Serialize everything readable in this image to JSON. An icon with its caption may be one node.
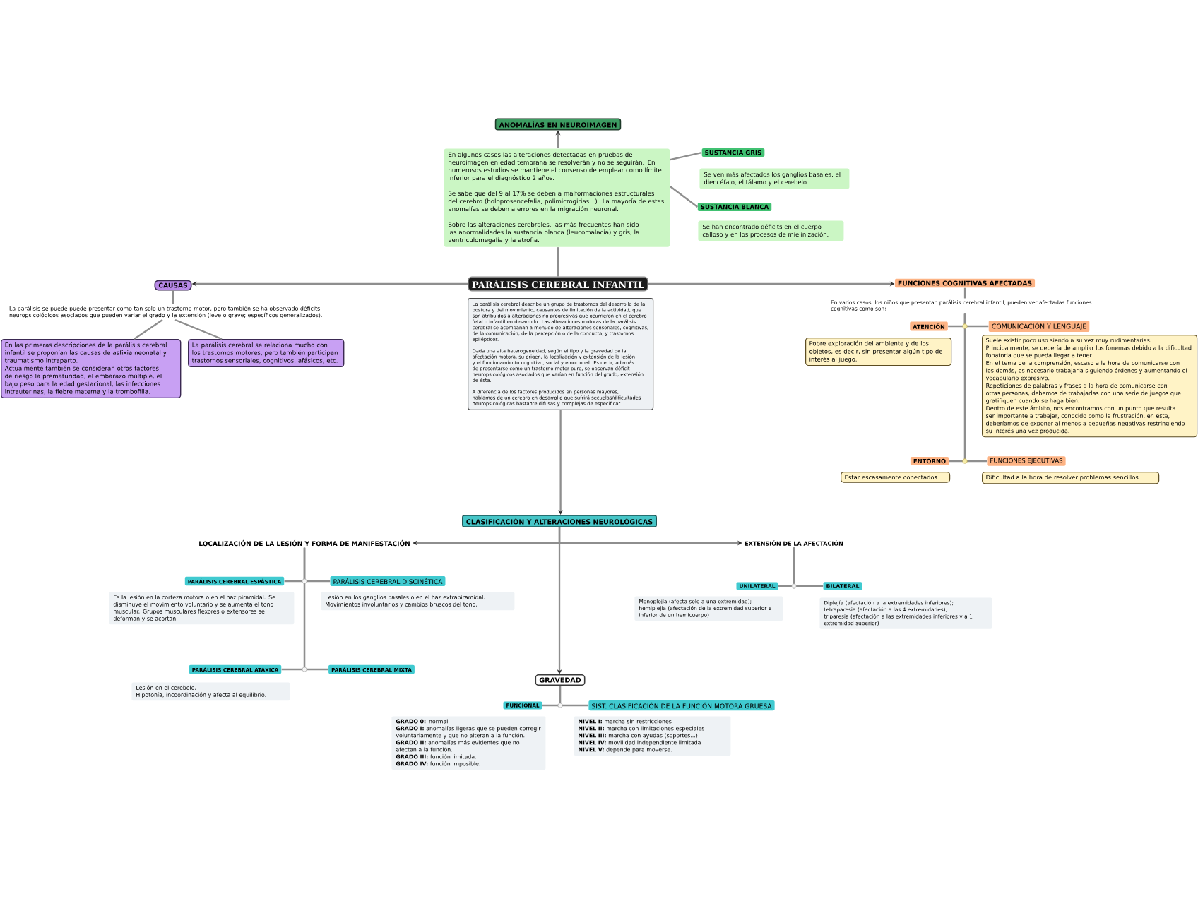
{
  "diagram": {
    "nodes": [
      {
        "text": [
          "PARÁLISIS CEREBRAL INFANTIL"
        ]
      },
      {
        "text": [
          "La parálisis cerebral describe un grupo de trastornos del desarrollo de la postura y del movimiento, causantes de limitación de la actividad, que son atribuidos a alteraciones no progresivas que ocurrieron en el cerebro fetal o infantil en desarrollo. Las alteraciones motoras de la parálisis cerebral se acompañan a menudo de alteraciones sensoriales, cognitivas, de la comunicación, de la percepción o de la conducta, y trastornos epilépticos.",
          "Dada una alta heterogeneidad, según el tipo y la gravedad de la afectación motora, su origen, la localización y extensión de la lesión y el funcionamiento cognitivo, social y emocional. Es decir, además de presentarse como un trastorno motor puro, se observan déficit neuropsicológicos asociados que varían en función del grado, extensión de ésta.",
          "A diferencia de los factores producidos en personas mayores, hablamos de un cerebro en desarrollo que sufrirá secuelas/dificultades neuropsicológicas bastante difusas y complejas de especificar."
        ]
      },
      {
        "text": [
          "ANOMALÍAS EN NEUROIMAGEN"
        ]
      },
      {
        "text": [
          "En algunos casos las alteraciones detectadas en pruebas de neuroimagen en edad temprana se resolverán y no se seguirán. En numerosos estudios se mantiene el consenso de emplear como límite inferior para el diagnóstico 2 años.",
          "Se sabe que del 9 al 17% se deben a malformaciones estructurales del cerebro (holoprosencefalia, polimicrogirias...). La mayoría de estas anomalías se deben a errores en la migración neuronal.",
          "Sobre las alteraciones cerebrales, las más frecuentes han sido las anormalidades la sustancia blanca (leucomalacia) y gris, la ventriculomegalia y la atrofia."
        ]
      },
      {
        "text": [
          "SUSTANCIA GRIS"
        ]
      },
      {
        "text": [
          "Se ven más afectados los ganglios basales, el diencéfalo, el tálamo y el cerebelo."
        ]
      },
      {
        "text": [
          "SUSTANCIA BLANCA"
        ]
      },
      {
        "text": [
          "Se han encontrado déficits en el cuerpo calloso y en los procesos de mielinización."
        ]
      },
      {
        "text": [
          "CAUSAS"
        ]
      },
      {
        "text": [
          "La parálisis se puede puede presentar como tan solo un trastorno motor, pero también se ha observado déficits neuropsicológicos asociados que pueden variar el grado y la extensión (leve o grave; específicos generalizados)."
        ]
      },
      {
        "text": [
          "En las primeras descripciones de la parálisis cerebral infantil se proponían las causas de asfixia neonatal y traumatismo intraparto.",
          "Actualmente también se consideran otros factores de riesgo la prematuridad, el embarazo múltiple, el bajo peso para la edad gestacional, las infecciones intrauterinas, la fiebre materna y la trombofilia."
        ]
      },
      {
        "text": [
          "La parálisis cerebral se relaciona mucho con los trastornos motores, pero también participan trastornos sensoriales, cognitivos, afásicos, etc."
        ]
      },
      {
        "text": [
          "FUNCIONES COGNITIVAS AFECTADAS"
        ]
      },
      {
        "text": [
          "En varios casos, los niños que presentan parálisis cerebral infantil, pueden ver afectadas funciones cognitivas como son:"
        ]
      },
      {
        "text": [
          "ATENCIÓN"
        ]
      },
      {
        "text": [
          "Pobre exploración del ambiente y de los objetos, es decir, sin presentar algún tipo de interés al juego."
        ]
      },
      {
        "text": [
          "COMUNICACIÓN Y LENGUAJE"
        ]
      },
      {
        "text": [
          "Suele existir poco uso siendo a su vez muy rudimentarias.",
          "Principalmente, se debería de ampliar los fonemas debido a la dificultad fonatoria que se pueda llegar a tener.",
          "En el tema de la comprensión, escaso a la hora de comunicarse con los demás, es necesario trabajarla siguiendo órdenes y aumentando el vocabulario expresivo.",
          "Repeticiones de palabras y frases a la hora de comunicarse con otras personas, debemos de trabajarlas con una serie de juegos que gratifiquen cuando se haga bien.",
          "Dentro de este ámbito, nos encontramos con un punto que resulta ser importante a trabajar, conocido como la frustración, en ésta, deberíamos de exponer al menos a pequeñas negativas restringiendo su interés una vez producida."
        ]
      },
      {
        "text": [
          "ENTORNO"
        ]
      },
      {
        "text": [
          "Estar escasamente conectados."
        ]
      },
      {
        "text": [
          "FUNCIONES EJECUTIVAS"
        ]
      },
      {
        "text": [
          "Dificultad a la hora de resolver problemas sencillos."
        ]
      },
      {
        "text": [
          "CLASIFICACIÓN Y ALTERACIONES NEUROLÓGICAS"
        ]
      },
      {
        "text": [
          "LOCALIZACIÓN DE LA LESIÓN Y FORMA DE MANIFESTACIÓN"
        ]
      },
      {
        "text": [
          "EXTENSIÓN DE LA AFECTACIÓN"
        ]
      },
      {
        "text": [
          "PARÁLISIS CEREBRAL ESPÁSTICA"
        ]
      },
      {
        "text": [
          "Es la lesión en la corteza motora o en el haz piramidal. Se disminuye el movimiento voluntario y se aumenta el tono muscular. Grupos musculares flexores o extensores se deforman y se acortan."
        ]
      },
      {
        "text": [
          "PARÁLISIS CEREBRAL DISCINÉTICA"
        ]
      },
      {
        "text": [
          "Lesión en los ganglios basales o en el haz extrapiramidal.",
          "Movimientos involuntarios y cambios bruscos del tono."
        ]
      },
      {
        "text": [
          "PARÁLISIS CEREBRAL ATÁXICA"
        ]
      },
      {
        "text": [
          "Lesión en el cerebelo.",
          "Hipotonía, incoordinación y afecta al equilibrio."
        ]
      },
      {
        "text": [
          "PARÁLISIS CEREBRAL MIXTA"
        ]
      },
      {
        "text": [
          "UNILATERAL"
        ]
      },
      {
        "text": [
          "Monoplejía (afecta solo a una extremidad);",
          "hemiplejía (afectación de la extremidad superior e inferior de un hemicuerpo)"
        ]
      },
      {
        "text": [
          "BILATERAL"
        ]
      },
      {
        "text": [
          "Diplejía (afectación a la extremidades inferiores);",
          "tetraparesia (afectación a las 4 extremidades);",
          "triparesia (afectación a las extremidades inferiores y a 1 extremidad superior)"
        ]
      },
      {
        "text": [
          "GRAVEDAD"
        ]
      },
      {
        "text": [
          "FUNCIONAL"
        ]
      },
      {
        "text": [
          "**GRADO 0:** normal",
          "**GRADO I:** anomalías ligeras que se pueden corregir voluntariamente y que no alteran a la función.",
          "**GRADO II:** anomalías más evidentes que no afectan a la función.",
          "**GRADO III:** función limitada.",
          "**GRADO IV:** función imposible."
        ]
      },
      {
        "text": [
          "SIST. CLASIFICACIÓN DE LA FUNCIÓN MOTORA GRUESA"
        ]
      },
      {
        "text": [
          "**NIVEL I:** marcha sin restricciones",
          "**NIVEL II:** marcha con limitaciones especiales",
          "**NIVEL III:** marcha con ayudas (soportes...)",
          "**NIVEL IV:** movilidad independiente limitada",
          "**NIVEL V:** depende para moverse."
        ]
      }
    ],
    "edges": [
      {
        "from": 0,
        "to": 3,
        "arrow": "none"
      },
      {
        "from": 3,
        "to": 2,
        "arrow": "to"
      },
      {
        "from": 3,
        "to": 4,
        "arrow": "none"
      },
      {
        "from": 3,
        "to": 6,
        "arrow": "none"
      },
      {
        "from": 0,
        "to": 8,
        "arrow": "to"
      },
      {
        "from": 8,
        "to": 9,
        "arrow": "none"
      },
      {
        "from": 9,
        "to": 10,
        "arrow": "none"
      },
      {
        "from": 9,
        "to": 11,
        "arrow": "none"
      },
      {
        "from": 0,
        "to": 12,
        "arrow": "to"
      },
      {
        "from": 12,
        "to": 13,
        "arrow": "none"
      },
      {
        "from": 13,
        "to": 14,
        "arrow": "none"
      },
      {
        "from": 13,
        "to": 16,
        "arrow": "none"
      },
      {
        "from": 13,
        "to": 18,
        "arrow": "none"
      },
      {
        "from": 13,
        "to": 20,
        "arrow": "none"
      },
      {
        "from": 1,
        "to": 22,
        "arrow": "to"
      },
      {
        "from": 22,
        "to": 23,
        "arrow": "to"
      },
      {
        "from": 22,
        "to": 24,
        "arrow": "to"
      },
      {
        "from": 22,
        "to": 36,
        "arrow": "to"
      },
      {
        "from": 23,
        "to": 25,
        "arrow": "none"
      },
      {
        "from": 23,
        "to": 27,
        "arrow": "none"
      },
      {
        "from": 23,
        "to": 29,
        "arrow": "none"
      },
      {
        "from": 23,
        "to": 31,
        "arrow": "none"
      },
      {
        "from": 24,
        "to": 32,
        "arrow": "none"
      },
      {
        "from": 24,
        "to": 34,
        "arrow": "none"
      },
      {
        "from": 36,
        "to": 37,
        "arrow": "none"
      },
      {
        "from": 36,
        "to": 39,
        "arrow": "none"
      }
    ]
  }
}
